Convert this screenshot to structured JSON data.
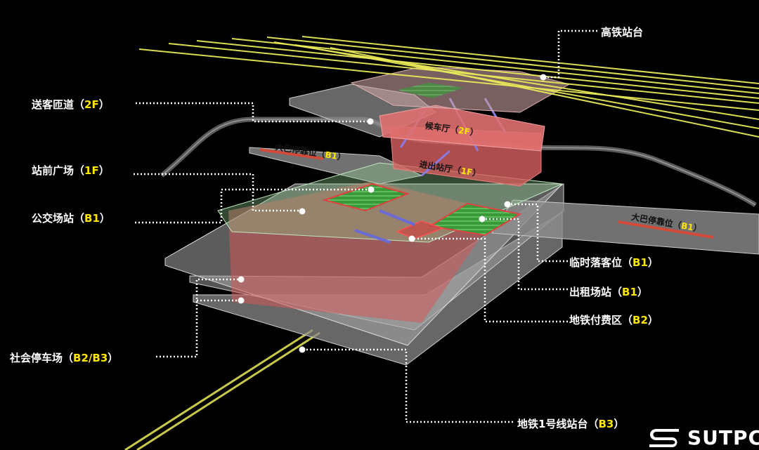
{
  "diagram": {
    "callouts": [
      {
        "id": "hsr-platform",
        "name": "高铁站台",
        "level": ""
      },
      {
        "id": "dropoff",
        "name": "送客匝道",
        "level": "2F"
      },
      {
        "id": "plaza",
        "name": "站前广场",
        "level": "1F"
      },
      {
        "id": "bus-station",
        "name": "公交场站",
        "level": "B1"
      },
      {
        "id": "temp-pickup",
        "name": "临时落客位",
        "level": "B1"
      },
      {
        "id": "taxi",
        "name": "出租场站",
        "level": "B1"
      },
      {
        "id": "metro-paid",
        "name": "地铁付费区",
        "level": "B2"
      },
      {
        "id": "parking",
        "name": "社会停车场",
        "level": "B2/B3"
      },
      {
        "id": "metro-l1",
        "name": "地铁1号线站台",
        "level": "B3"
      }
    ],
    "in_labels": [
      {
        "id": "waiting-hall",
        "name": "候车厅",
        "level": "2F"
      },
      {
        "id": "entrance-hall",
        "name": "进出站厅",
        "level": "1F"
      },
      {
        "id": "coach-left",
        "name": "大巴停靠位",
        "level": "B1"
      },
      {
        "id": "coach-right",
        "name": "大巴停靠位",
        "level": "B1"
      }
    ]
  },
  "brand": {
    "name": "SUTPC",
    "color": "#ffffff"
  },
  "colors": {
    "background": "#000000",
    "rail": "#e8e85a",
    "accent": "#ffe600",
    "leader": "#ffffff",
    "slab": "#bfbfbf",
    "zone": "#e07070"
  }
}
